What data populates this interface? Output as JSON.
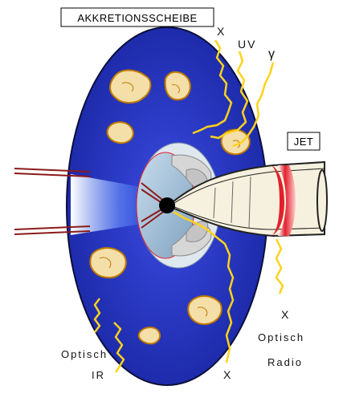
{
  "colors": {
    "disk_fill": "#1f2fb4",
    "disk_stroke": "#0b0f3a",
    "radiation": "#ffd21a",
    "clump_fill": "#f4dfa8",
    "clump_stroke": "#c07a00",
    "jet_fill": "#f6f1de",
    "jet_red": "#e2202c",
    "hole_inner": "#a8c6dc",
    "beam": "#8c1a1a"
  },
  "labels": {
    "disk_title": "AKKRETIONSSCHEIBE",
    "jet": "JET",
    "x_top": "X",
    "uv": "UV",
    "gamma": "γ",
    "x_jet": "X",
    "optisch_jet": "Optisch",
    "radio_jet": "Radio",
    "optisch_left": "Optisch",
    "ir_left": "IR",
    "x_bottom": "X"
  }
}
